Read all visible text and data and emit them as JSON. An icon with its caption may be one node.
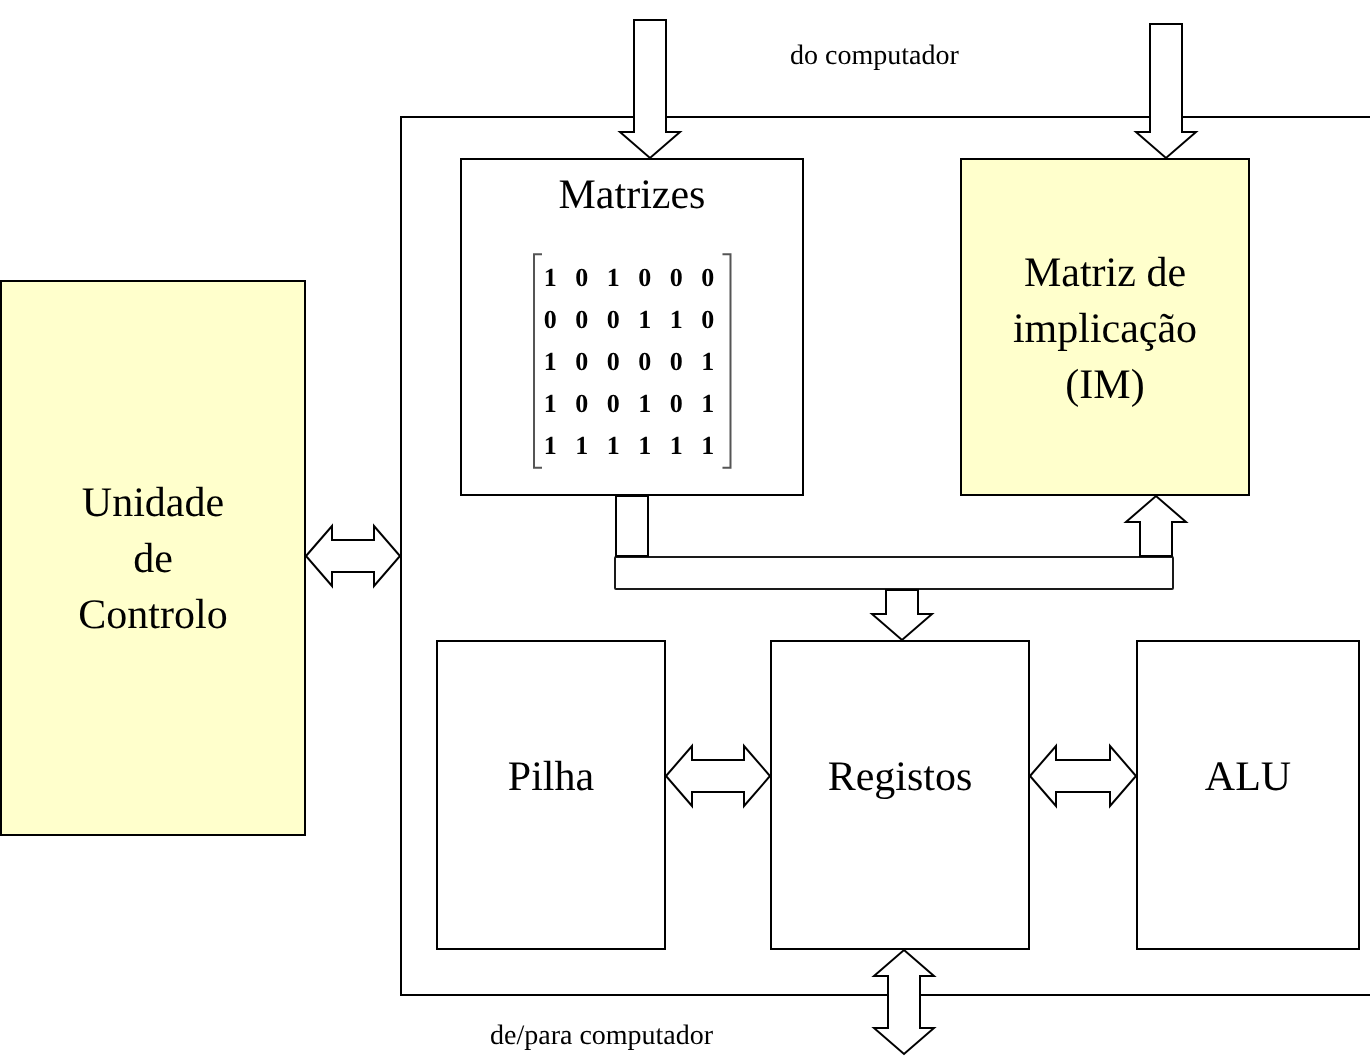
{
  "diagram": {
    "nodes": [
      {
        "text": [
          "Unidade de Controlo"
        ]
      },
      {
        "text": [],
        "shape": "box"
      },
      {
        "text": [
          "Matrizes",
          "1 0 1 0 0 0",
          "0 0 0 1 1 0",
          "1 0 0 0 0 1",
          "1 0 0 1 0 1",
          "1 1 1 1 1 1"
        ],
        "in": 1
      },
      {
        "text": [
          "Matriz de implicação (IM)"
        ],
        "in": 1
      },
      {
        "text": [],
        "shape": "bar",
        "in": 1
      },
      {
        "text": [
          "Pilha"
        ],
        "in": 1
      },
      {
        "text": [
          "Registos"
        ],
        "in": 1
      },
      {
        "text": [
          "ALU"
        ],
        "in": 1
      }
    ],
    "edges": [
      {
        "from": null,
        "to": 2,
        "arrow": "to"
      },
      {
        "from": null,
        "to": 3,
        "arrow": "to"
      },
      {
        "from": 0,
        "to": 1,
        "arrow": "both"
      },
      {
        "from": 2,
        "to": 4,
        "arrow": "none"
      },
      {
        "from": 4,
        "to": 3,
        "arrow": "to"
      },
      {
        "from": 4,
        "to": 6,
        "arrow": "to"
      },
      {
        "from": 5,
        "to": 6,
        "arrow": "both"
      },
      {
        "from": 6,
        "to": 7,
        "arrow": "both"
      },
      {
        "from": 6,
        "to": null,
        "arrow": "both"
      }
    ],
    "labels": [
      "do computador",
      "de/para computador"
    ]
  }
}
